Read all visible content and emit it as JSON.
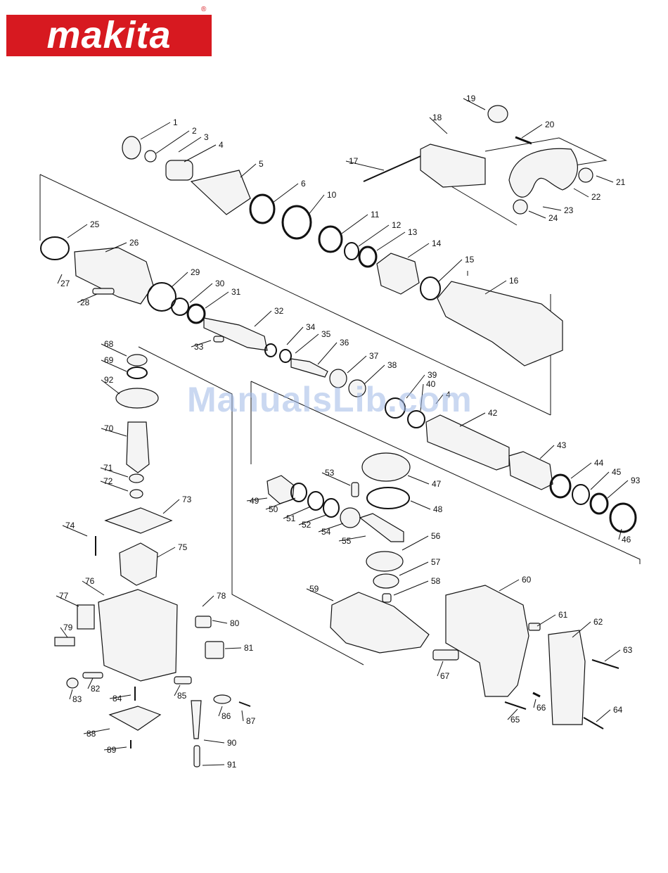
{
  "brand": {
    "name": "makita",
    "registered": "®"
  },
  "watermark": "ManualsLib.com",
  "part_numbers": [
    "1",
    "2",
    "3",
    "4",
    "5",
    "6",
    "10",
    "11",
    "12",
    "13",
    "14",
    "15",
    "16",
    "17",
    "18",
    "19",
    "20",
    "21",
    "22",
    "23",
    "24",
    "25",
    "26",
    "27",
    "28",
    "29",
    "30",
    "31",
    "32",
    "33",
    "34",
    "35",
    "36",
    "37",
    "38",
    "39",
    "40",
    "4",
    "42",
    "43",
    "44",
    "45",
    "93",
    "46",
    "47",
    "48",
    "49",
    "50",
    "51",
    "52",
    "53",
    "54",
    "55",
    "56",
    "57",
    "58",
    "59",
    "60",
    "61",
    "62",
    "63",
    "64",
    "65",
    "66",
    "67",
    "68",
    "69",
    "92",
    "70",
    "71",
    "72",
    "73",
    "74",
    "75",
    "76",
    "77",
    "78",
    "79",
    "80",
    "81",
    "82",
    "83",
    "84",
    "85",
    "86",
    "87",
    "88",
    "89",
    "90",
    "91"
  ],
  "colors": {
    "logo": "#d71920",
    "line": "#111111",
    "part_fill": "#f4f4f4",
    "watermark": "#9fb9e6"
  }
}
